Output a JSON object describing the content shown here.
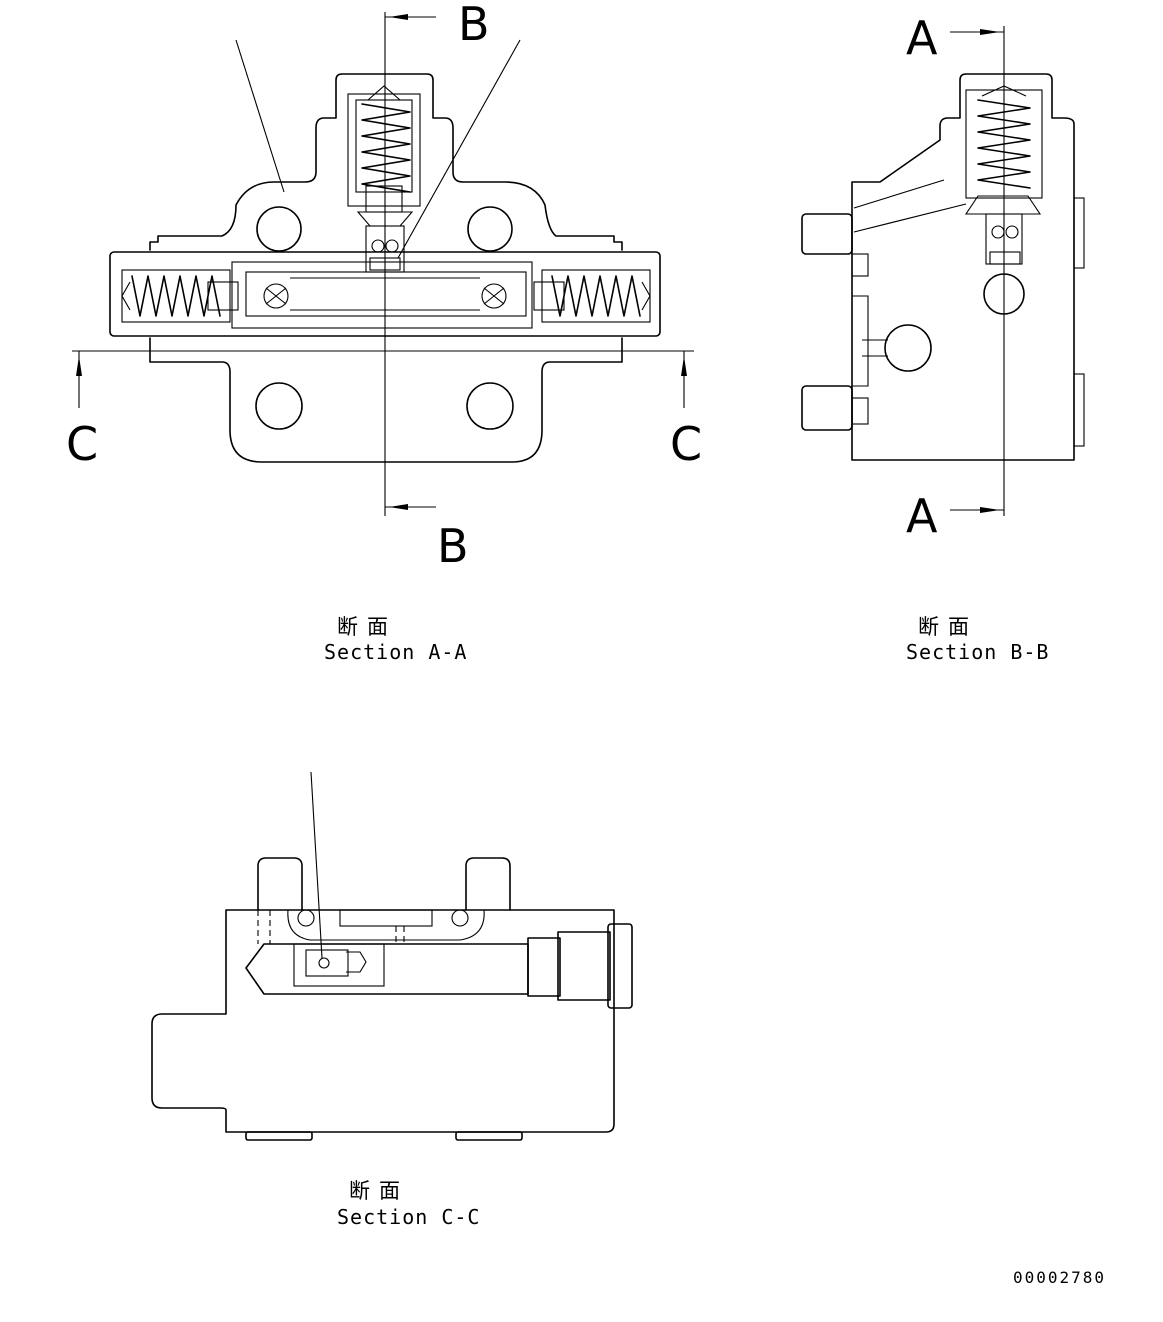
{
  "section_markers": {
    "b_top": "B",
    "b_bottom": "B",
    "a_top": "A",
    "a_bottom": "A",
    "c_left": "C",
    "c_right": "C"
  },
  "views": [
    {
      "jp": "断面",
      "caption": "Section A-A"
    },
    {
      "jp": "断面",
      "caption": "Section B-B"
    },
    {
      "jp": "断面",
      "caption": "Section C-C"
    }
  ],
  "drawing_number": "00002780"
}
